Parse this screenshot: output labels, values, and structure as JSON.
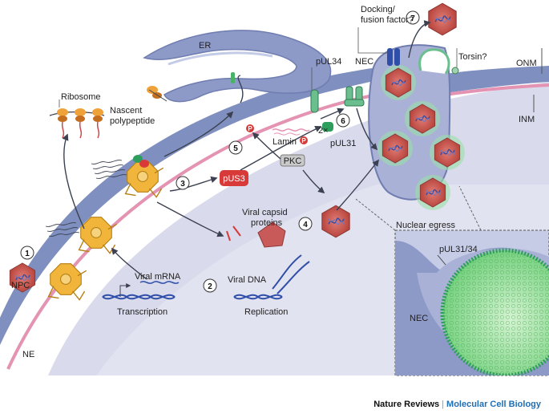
{
  "labels": {
    "er": "ER",
    "ribosome": "Ribosome",
    "nascent_line1": "Nascent",
    "nascent_line2": "polypeptide",
    "pul34": "pUL34",
    "nec_top": "NEC",
    "docking_line1": "Docking/",
    "docking_line2": "fusion factor?",
    "torsin": "Torsin?",
    "onm": "ONM",
    "inm": "INM",
    "lamin": "Lamin",
    "two_x": "2×",
    "pul31": "pUL31",
    "p": "P",
    "pkc": "PKC",
    "pus3": "pUS3",
    "capsid_line1": "Viral capsid",
    "capsid_line2": "proteins",
    "viral_mrna": "Viral mRNA",
    "transcription": "Transcription",
    "viral_dna": "Viral DNA",
    "replication": "Replication",
    "nuclear_egress": "Nuclear egress",
    "pul31_34": "pUL31/34",
    "nec_inset": "NEC",
    "npc": "NPC",
    "ne": "NE"
  },
  "steps": [
    "1",
    "2",
    "3",
    "4",
    "5",
    "6",
    "7"
  ],
  "footer": {
    "journal": "Nature Reviews",
    "separator": "|",
    "subject": "Molecular Cell Biology"
  },
  "colors": {
    "envelope": "#7f8fbf",
    "nucleoplasm": "#d9dbec",
    "inner_membrane": "#e493b2",
    "capsid": "#c85a5a",
    "nec_green": "#2e9e5c",
    "npc_gold": "#f0b53a",
    "accent_blue": "#1f6fb5"
  }
}
